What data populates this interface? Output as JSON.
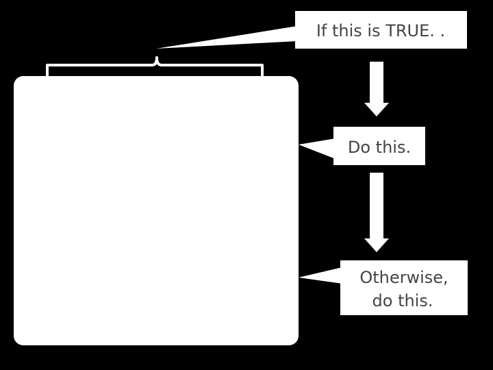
{
  "colors": {
    "background": "#000000",
    "shape_fill": "#ffffff",
    "callout_fill": "#ffffff",
    "text": "#444444"
  },
  "callouts": {
    "condition": "If this is TRUE. .",
    "then": "Do this.",
    "otherwise_line1": "Otherwise,",
    "otherwise_line2": "do this."
  }
}
